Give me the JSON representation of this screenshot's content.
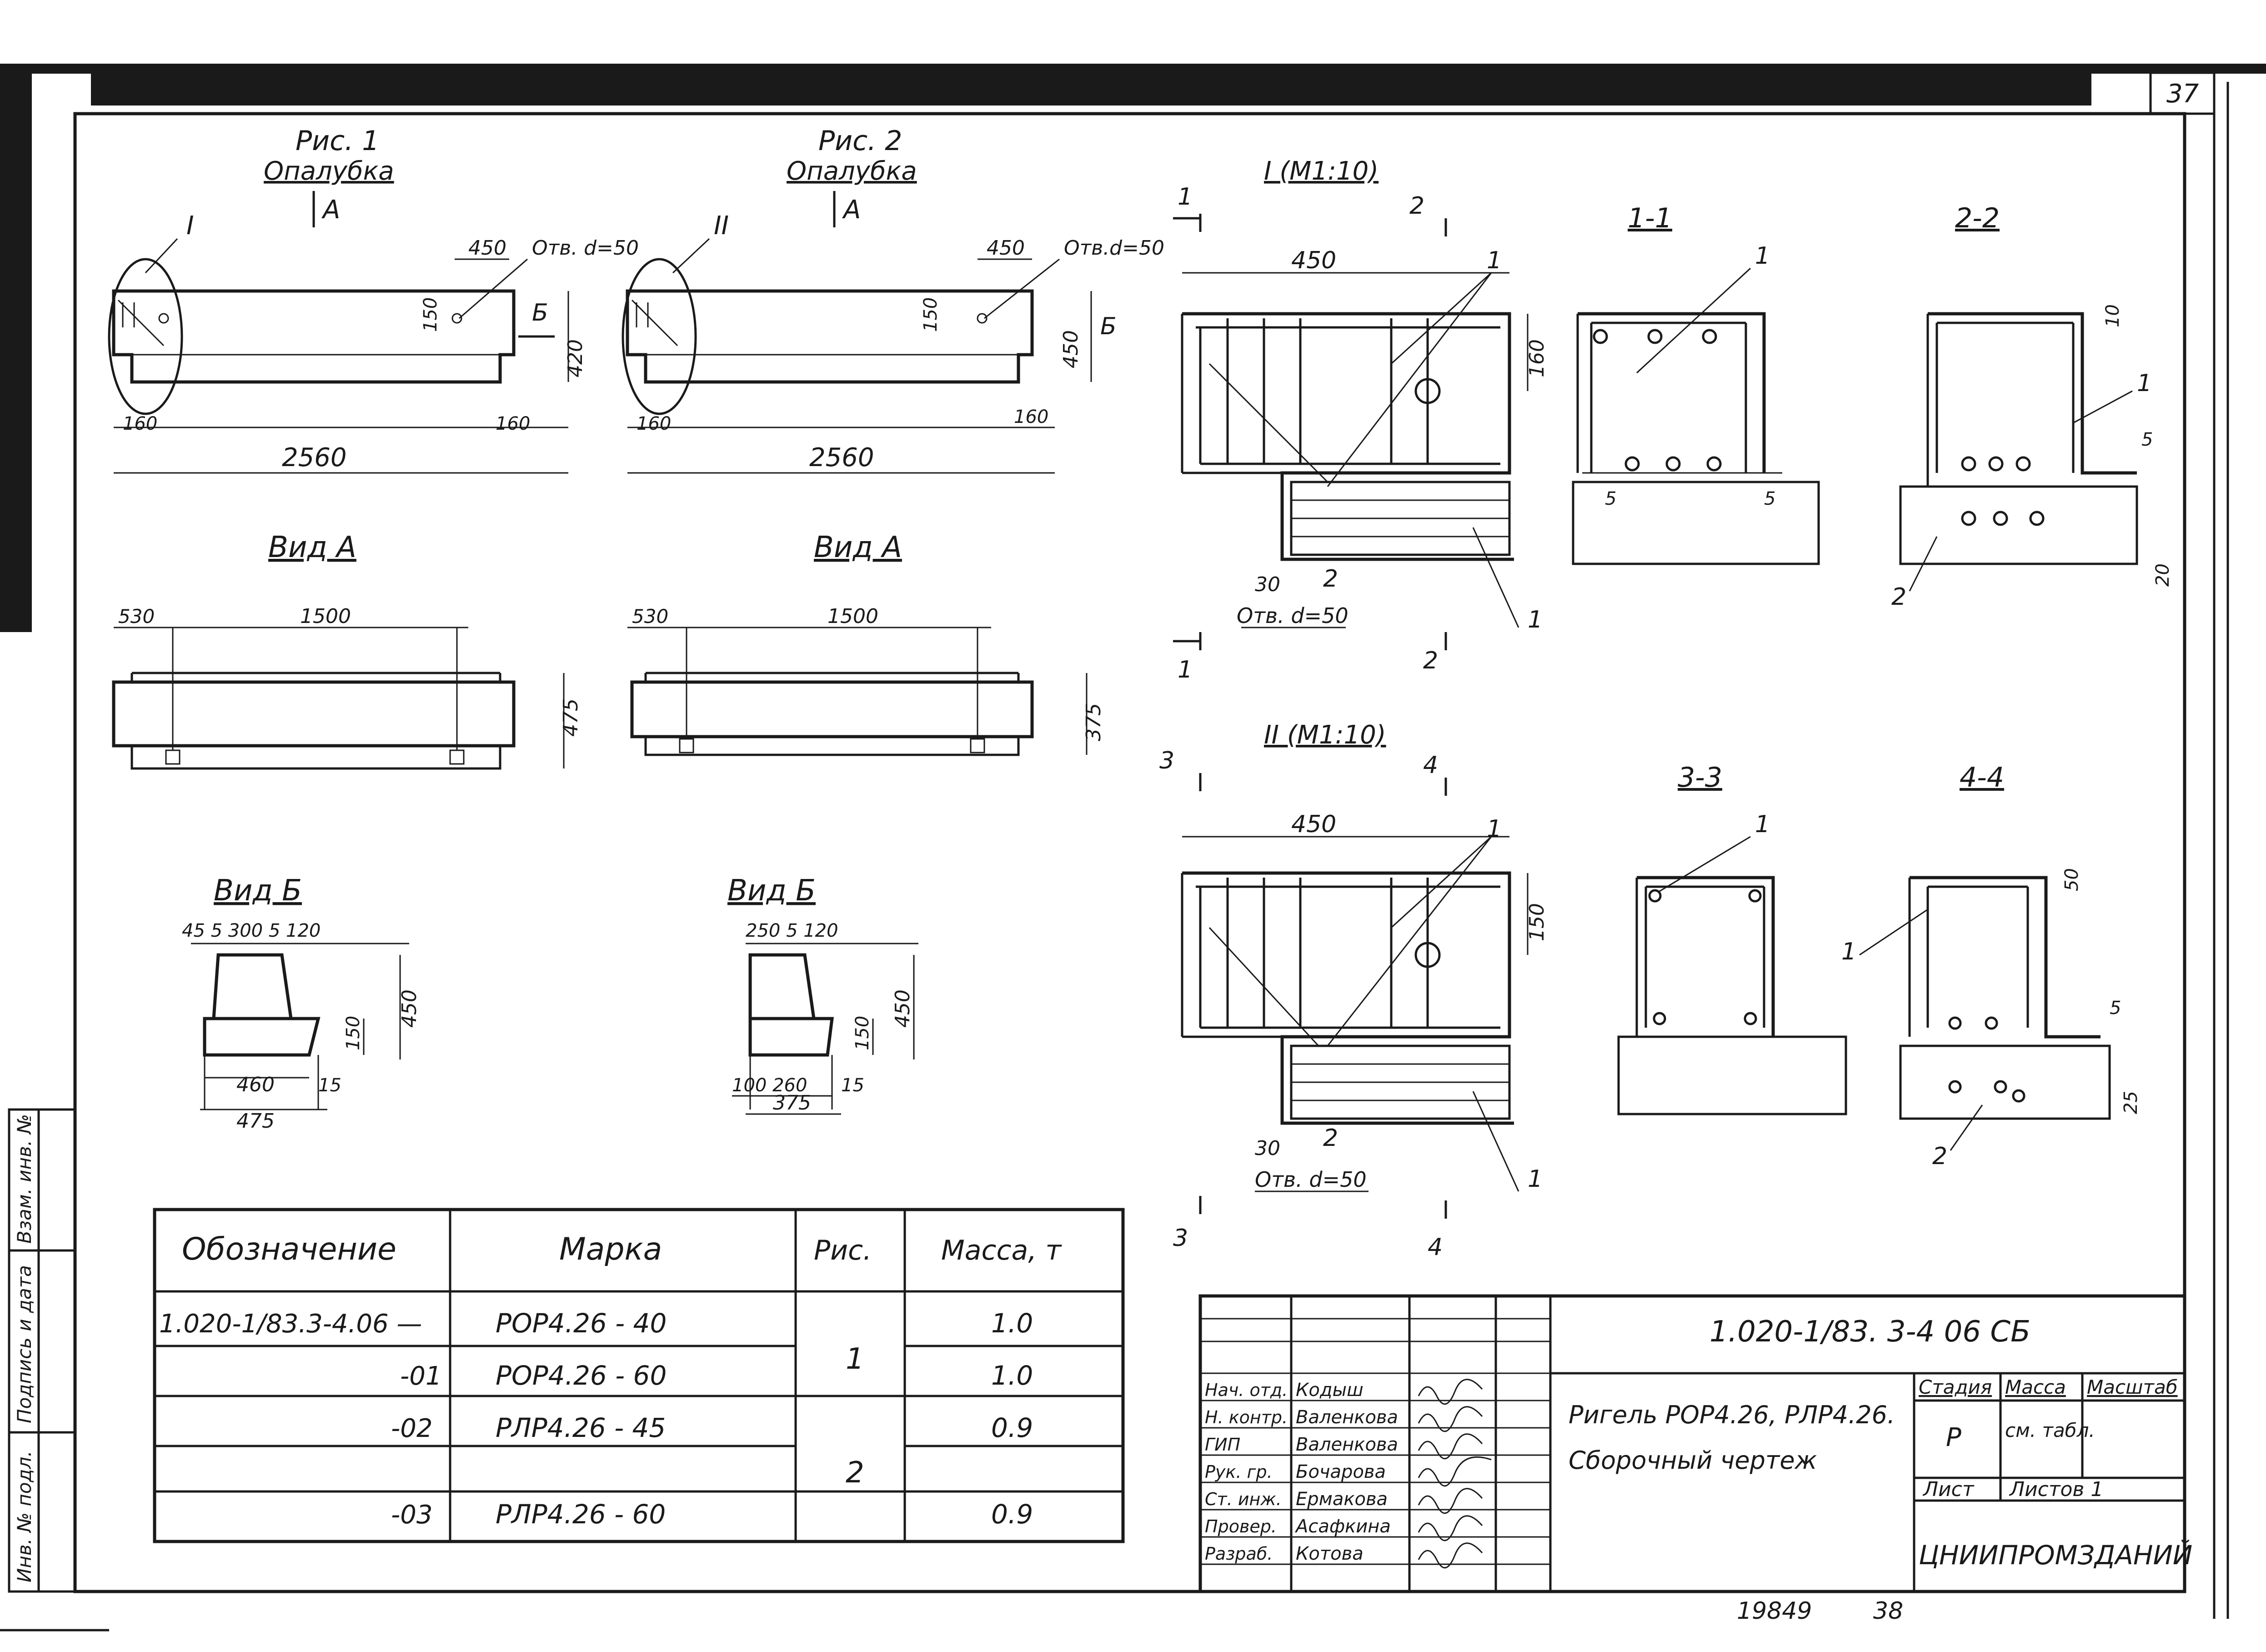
{
  "sheet": {
    "page_number": "37",
    "footer_archive": "19849",
    "footer_page": "38"
  },
  "fig1": {
    "title": "Рис. 1",
    "subtitle": "Опалубка",
    "view_arrow": "А",
    "detail_ref": "I",
    "dim_450": "450",
    "hole": "Отв. d=50",
    "dim_150": "150",
    "dim_420": "420",
    "section_b": "Б",
    "dim_160_left": "160",
    "dim_160_right": "160",
    "length": "2560"
  },
  "fig2": {
    "title": "Рис. 2",
    "subtitle": "Опалубка",
    "view_arrow": "А",
    "detail_ref": "II",
    "dim_450": "450",
    "hole": "Отв.d=50",
    "dim_150": "150",
    "dim_450v": "450",
    "section_b": "Б",
    "dim_160_left": "160",
    "dim_160_right": "160",
    "length": "2560"
  },
  "viewA1": {
    "title": "Вид А",
    "dim_530": "530",
    "dim_1500": "1500",
    "dim_h": "475"
  },
  "viewA2": {
    "title": "Вид А",
    "dim_530": "530",
    "dim_1500": "1500",
    "dim_h": "375"
  },
  "viewB1": {
    "title": "Вид Б",
    "top_dims": "45 5 300 5 120",
    "dim_150": "150",
    "dim_450": "450",
    "dim_460": "460",
    "dim_15": "15",
    "dim_475": "475"
  },
  "viewB2": {
    "title": "Вид Б",
    "top_dims": "250 5 120",
    "dim_150": "150",
    "dim_450": "450",
    "bottom_dims": "100 260",
    "dim_15": "15",
    "dim_375": "375"
  },
  "detail1": {
    "title": "I (М1:10)",
    "dim_450": "450",
    "dim_160": "160",
    "dim_30": "30",
    "hole": "Отв. d=50",
    "cut1": "1",
    "cut2": "2",
    "pos1": "1",
    "pos2": "2"
  },
  "detail2": {
    "title": "II (М1:10)",
    "dim_450": "450",
    "dim_150": "150",
    "dim_30": "30",
    "hole": "Отв. d=50",
    "cut3": "3",
    "cut4": "4",
    "pos1": "1",
    "pos2": "2"
  },
  "sections": {
    "s11": {
      "title": "1-1",
      "pos1": "1",
      "dim_5a": "5",
      "dim_5b": "5"
    },
    "s22": {
      "title": "2-2",
      "pos1": "1",
      "pos2": "2",
      "dim_10": "10",
      "dim_5": "5",
      "dim_20": "20"
    },
    "s33": {
      "title": "3-3",
      "pos1": "1"
    },
    "s44": {
      "title": "4-4",
      "pos1": "1",
      "pos2": "2",
      "dim_50": "50",
      "dim_5": "5",
      "dim_25": "25"
    }
  },
  "spec_table": {
    "headers": [
      "Обозначение",
      "Марка",
      "Рис.",
      "Масса, т"
    ],
    "rows": [
      {
        "designation": "1.020-1/83.3-4.06 —",
        "mark": "РОР4.26 - 40",
        "fig": "1",
        "mass": "1.0"
      },
      {
        "designation": "-01",
        "mark": "РОР4.26 - 60",
        "fig": "",
        "mass": "1.0"
      },
      {
        "designation": "-02",
        "mark": "РЛР4.26 - 45",
        "fig": "2",
        "mass": "0.9"
      },
      {
        "designation": "-03",
        "mark": "РЛР4.26 - 60",
        "fig": "",
        "mass": "0.9"
      }
    ]
  },
  "title_block": {
    "code": "1.020-1/83. 3-4 06 СБ",
    "title_line1": "Ригель РОР4.26, РЛР4.26.",
    "title_line2": "Сборочный чертеж",
    "stage_label": "Стадия",
    "mass_label": "Масса",
    "scale_label": "Масштаб",
    "stage": "Р",
    "mass_value": "см. табл.",
    "sheet_label": "Лист",
    "sheets_label": "Листов 1",
    "organization": "ЦНИИПРОМЗДАНИЙ",
    "signers": [
      {
        "role": "Нач. отд.",
        "name": "Кодыш"
      },
      {
        "role": "Н. контр.",
        "name": "Валенкова"
      },
      {
        "role": "ГИП",
        "name": "Валенкова"
      },
      {
        "role": "Рук. гр.",
        "name": "Бочарова"
      },
      {
        "role": "Ст. инж.",
        "name": "Ермакова"
      },
      {
        "role": "Провер.",
        "name": "Асафкина"
      },
      {
        "role": "Разраб.",
        "name": "Котова"
      }
    ]
  },
  "side_stamp": {
    "inv_orig": "Инв. № подл.",
    "sign_date": "Подпись и дата",
    "replace_inv": "Взам. инв. №"
  }
}
